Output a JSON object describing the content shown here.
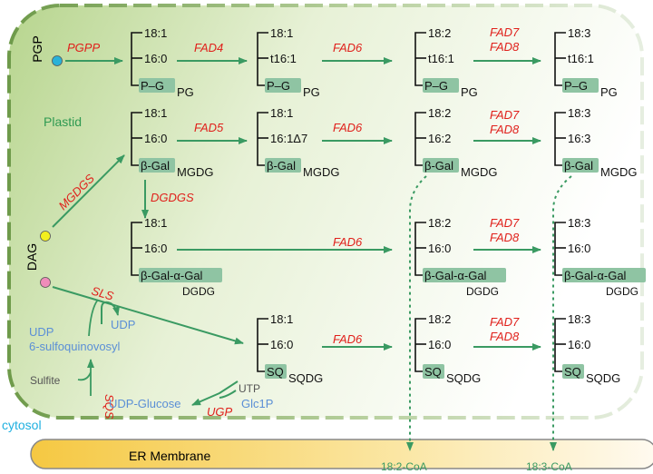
{
  "labels": {
    "plastid": "Plastid",
    "cytosol": "cytosol",
    "er_membrane": "ER Membrane",
    "pgp": "PGP",
    "dag": "DAG"
  },
  "enzymes": {
    "pgpp": "PGPP",
    "fad4": "FAD4",
    "fad5": "FAD5",
    "fad6": "FAD6",
    "fad7": "FAD7",
    "fad8": "FAD8",
    "mgdgs": "MGDGS",
    "dgdgs": "DGDGS",
    "sls": "SLS",
    "sqs": "SQS",
    "ugp": "UGP"
  },
  "fatty_acids": {
    "fa18_1": "18:1",
    "fa18_2": "18:2",
    "fa18_3": "18:3",
    "fa16_0": "16:0",
    "fa16_2": "16:2",
    "fa16_3": "16:3",
    "t16_1": "t16:1",
    "fa16_1d7": "16:1Δ7"
  },
  "headgroups": {
    "pg_head": "P–G",
    "mgdg_head": "β-Gal",
    "dgdg_head": "β-Gal-α-Gal",
    "sq_head": "SQ"
  },
  "lipids": {
    "pg": "PG",
    "mgdg": "MGDG",
    "dgdg": "DGDG",
    "sqdg": "SQDG"
  },
  "metabolites": {
    "udp": "UDP",
    "udp_sq_line1": "UDP",
    "udp_sq_line2": "6-sulfoquinovosyl",
    "sulfite": "Sulfite",
    "udp_glucose": "UDP-Glucose",
    "utp": "UTP",
    "glc1p": "Glc1P",
    "coa_182": "18:2-CoA",
    "coa_183": "18:3-CoA"
  },
  "colors": {
    "arrow": "#3a9a62",
    "enzyme": "#e0201b",
    "plastid_label": "#2f9a52",
    "cytosol_label": "#1fb0e0",
    "metabolite": "#5b8fd6",
    "pgp_dot": "#2ab2d8",
    "dag_dot": "#f2ef1e",
    "sq_dot": "#ef8cba",
    "headgroup_box": "#8fc4a3"
  }
}
